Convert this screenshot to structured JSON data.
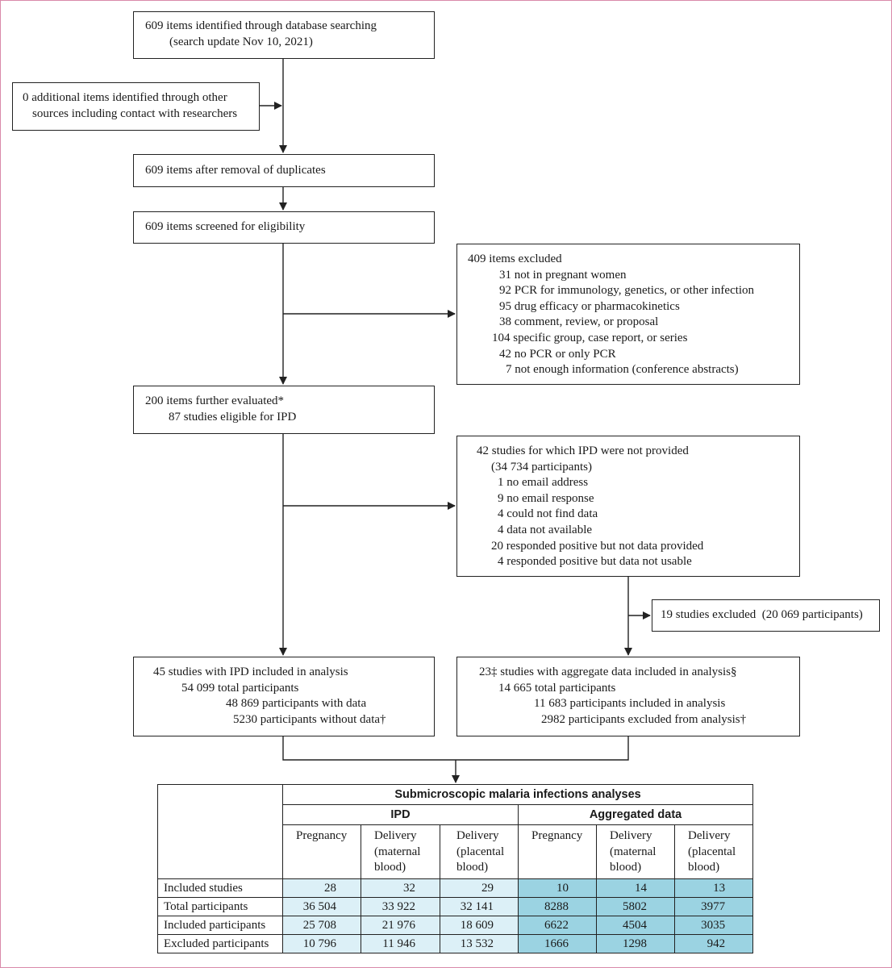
{
  "flow": {
    "identified_db": [
      "609 items identified through database searching",
      "(search update Nov 10, 2021)"
    ],
    "identified_other": [
      "0 additional items identified through other",
      "sources including contact with researchers"
    ],
    "after_duplicates": "609 items after removal of duplicates",
    "screened": "609 items screened for eligibility",
    "excluded": {
      "title": "409 items excluded",
      "reasons": [
        "31 not in pregnant women",
        "92 PCR for immunology, genetics, or other infection",
        "95 drug efficacy or pharmacokinetics",
        "38 comment, review, or proposal",
        "104 specific group, case report, or series",
        "42 no PCR or only PCR",
        "7 not enough information (conference abstracts)"
      ]
    },
    "further_evaluated": [
      "200 items further evaluated*",
      "87 studies eligible for IPD"
    ],
    "ipd_not_provided": {
      "title": "42 studies for which IPD were not provided",
      "participants": "(34 734 participants)",
      "reasons": [
        "1 no email address",
        "9 no email response",
        "4 could not find data",
        "4 data not available",
        "20 responded positive but not data provided",
        "4 responded positive but data not usable"
      ]
    },
    "studies_excluded": "19 studies excluded  (20 069 participants)",
    "ipd_included": [
      "45 studies with IPD included in analysis",
      "54 099 total participants",
      "48 869 participants with data",
      "5230 participants without data†"
    ],
    "aggregate_included": [
      "23‡ studies with aggregate data included in analysis§",
      "14 665 total participants",
      "11 683 participants included in analysis",
      "2982 participants excluded from analysis†"
    ]
  },
  "table": {
    "title": "Submicroscopic malaria infections analyses",
    "group_ipd": "IPD",
    "group_agg": "Aggregated data",
    "columns": [
      [
        "Pregnancy"
      ],
      [
        "Delivery",
        "(maternal",
        "blood)"
      ],
      [
        "Delivery",
        "(placental",
        "blood)"
      ],
      [
        "Pregnancy"
      ],
      [
        "Delivery",
        "(maternal",
        "blood)"
      ],
      [
        "Delivery",
        "(placental",
        "blood)"
      ]
    ],
    "rows": [
      {
        "label": "Included studies",
        "values": [
          "28",
          "32",
          "29",
          "10",
          "14",
          "13"
        ]
      },
      {
        "label": "Total participants",
        "values": [
          "36 504",
          "33 922",
          "32 141",
          "8288",
          "5802",
          "3977"
        ]
      },
      {
        "label": "Included participants",
        "values": [
          "25 708",
          "21 976",
          "18 609",
          "6622",
          "4504",
          "3035"
        ]
      },
      {
        "label": "Excluded participants",
        "values": [
          "10 796",
          "11 946",
          "13 532",
          "1666",
          "1298",
          "942"
        ]
      }
    ],
    "colors": {
      "ipd_fill": "#dcf0f7",
      "agg_fill": "#9bd3e2"
    }
  }
}
